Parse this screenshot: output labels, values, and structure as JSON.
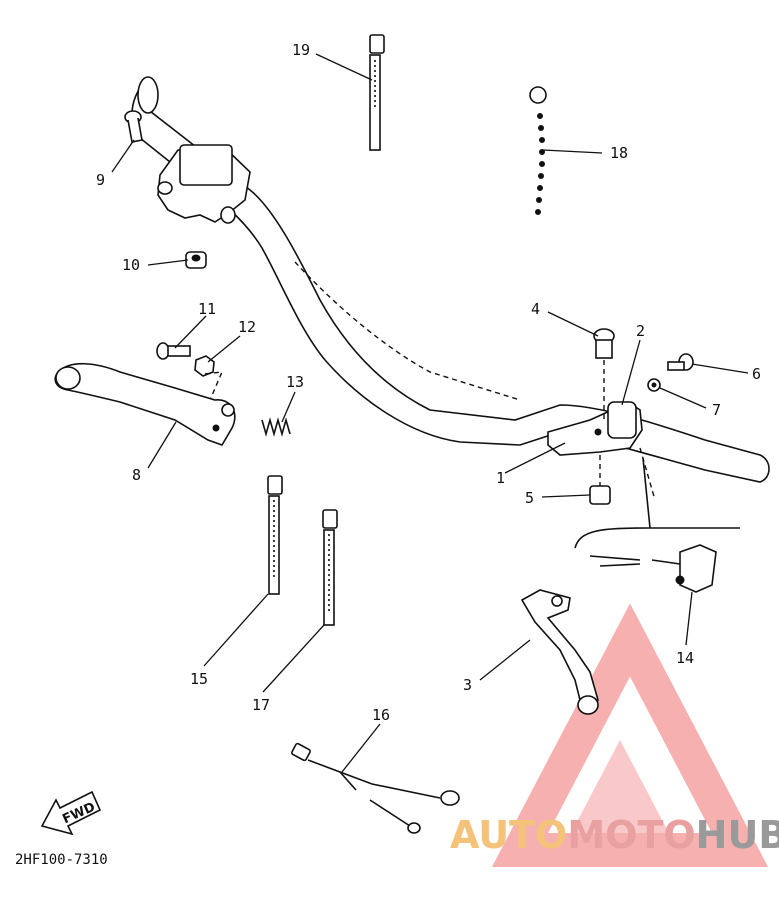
{
  "diagram": {
    "code": "2HF100-7310",
    "fwd_label": "FWD",
    "parts": [
      {
        "id": "p1",
        "number": "1"
      },
      {
        "id": "p2",
        "number": "2"
      },
      {
        "id": "p3",
        "number": "3"
      },
      {
        "id": "p4",
        "number": "4"
      },
      {
        "id": "p5",
        "number": "5"
      },
      {
        "id": "p6",
        "number": "6"
      },
      {
        "id": "p7",
        "number": "7"
      },
      {
        "id": "p8",
        "number": "8"
      },
      {
        "id": "p9",
        "number": "9"
      },
      {
        "id": "p10",
        "number": "10"
      },
      {
        "id": "p11",
        "number": "11"
      },
      {
        "id": "p12",
        "number": "12"
      },
      {
        "id": "p13",
        "number": "13"
      },
      {
        "id": "p14",
        "number": "14"
      },
      {
        "id": "p15",
        "number": "15"
      },
      {
        "id": "p16",
        "number": "16"
      },
      {
        "id": "p17",
        "number": "17"
      },
      {
        "id": "p18",
        "number": "18"
      },
      {
        "id": "p19",
        "number": "19"
      }
    ]
  },
  "watermark": {
    "part1": "AUTO",
    "part2": "MOTO",
    "part3": "HUB",
    "color1": "#f5c27a",
    "color2": "#e8a0a0",
    "color3": "#9a9a9a",
    "logo_color": "#f07070"
  }
}
